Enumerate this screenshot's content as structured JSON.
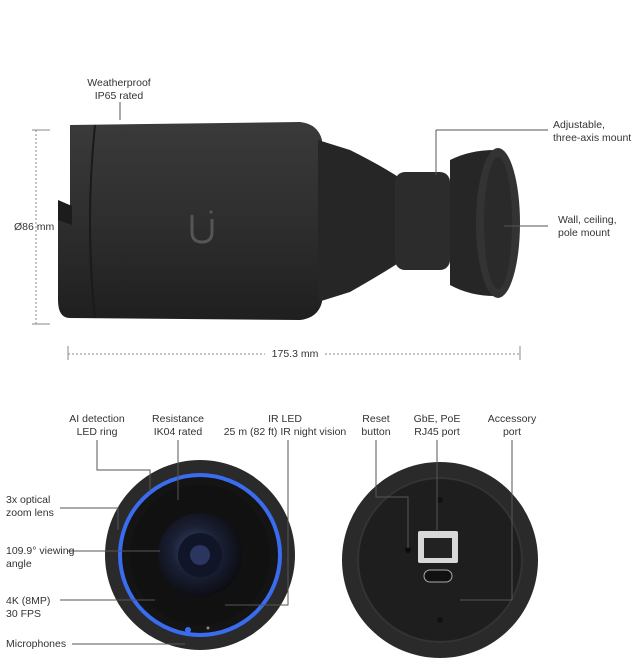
{
  "side_view": {
    "weatherproof": [
      "Weatherproof",
      "IP65 rated"
    ],
    "mount": [
      "Adjustable,",
      "three-axis mount"
    ],
    "surfaces": [
      "Wall, ceiling,",
      "pole mount"
    ],
    "diameter": "Ø86 mm",
    "length": "175.3 mm"
  },
  "front_view": {
    "ai_ring": [
      "AI detection",
      "LED ring"
    ],
    "resistance": [
      "Resistance",
      "IK04 rated"
    ],
    "ir_led": [
      "IR LED",
      "25 m (82 ft) IR night vision"
    ],
    "zoom": [
      "3x optical",
      "zoom lens"
    ],
    "angle": [
      "109.9° viewing",
      "angle"
    ],
    "resolution": [
      "4K (8MP)",
      "30 FPS"
    ],
    "mics": "Microphones"
  },
  "back_view": {
    "reset": [
      "Reset",
      "button"
    ],
    "gbe": [
      "GbE, PoE",
      "RJ45 port"
    ],
    "accessory": [
      "Accessory",
      "port"
    ]
  },
  "colors": {
    "body": "#2b2b2b",
    "ring": "#3a6cf0",
    "line": "#555555"
  }
}
